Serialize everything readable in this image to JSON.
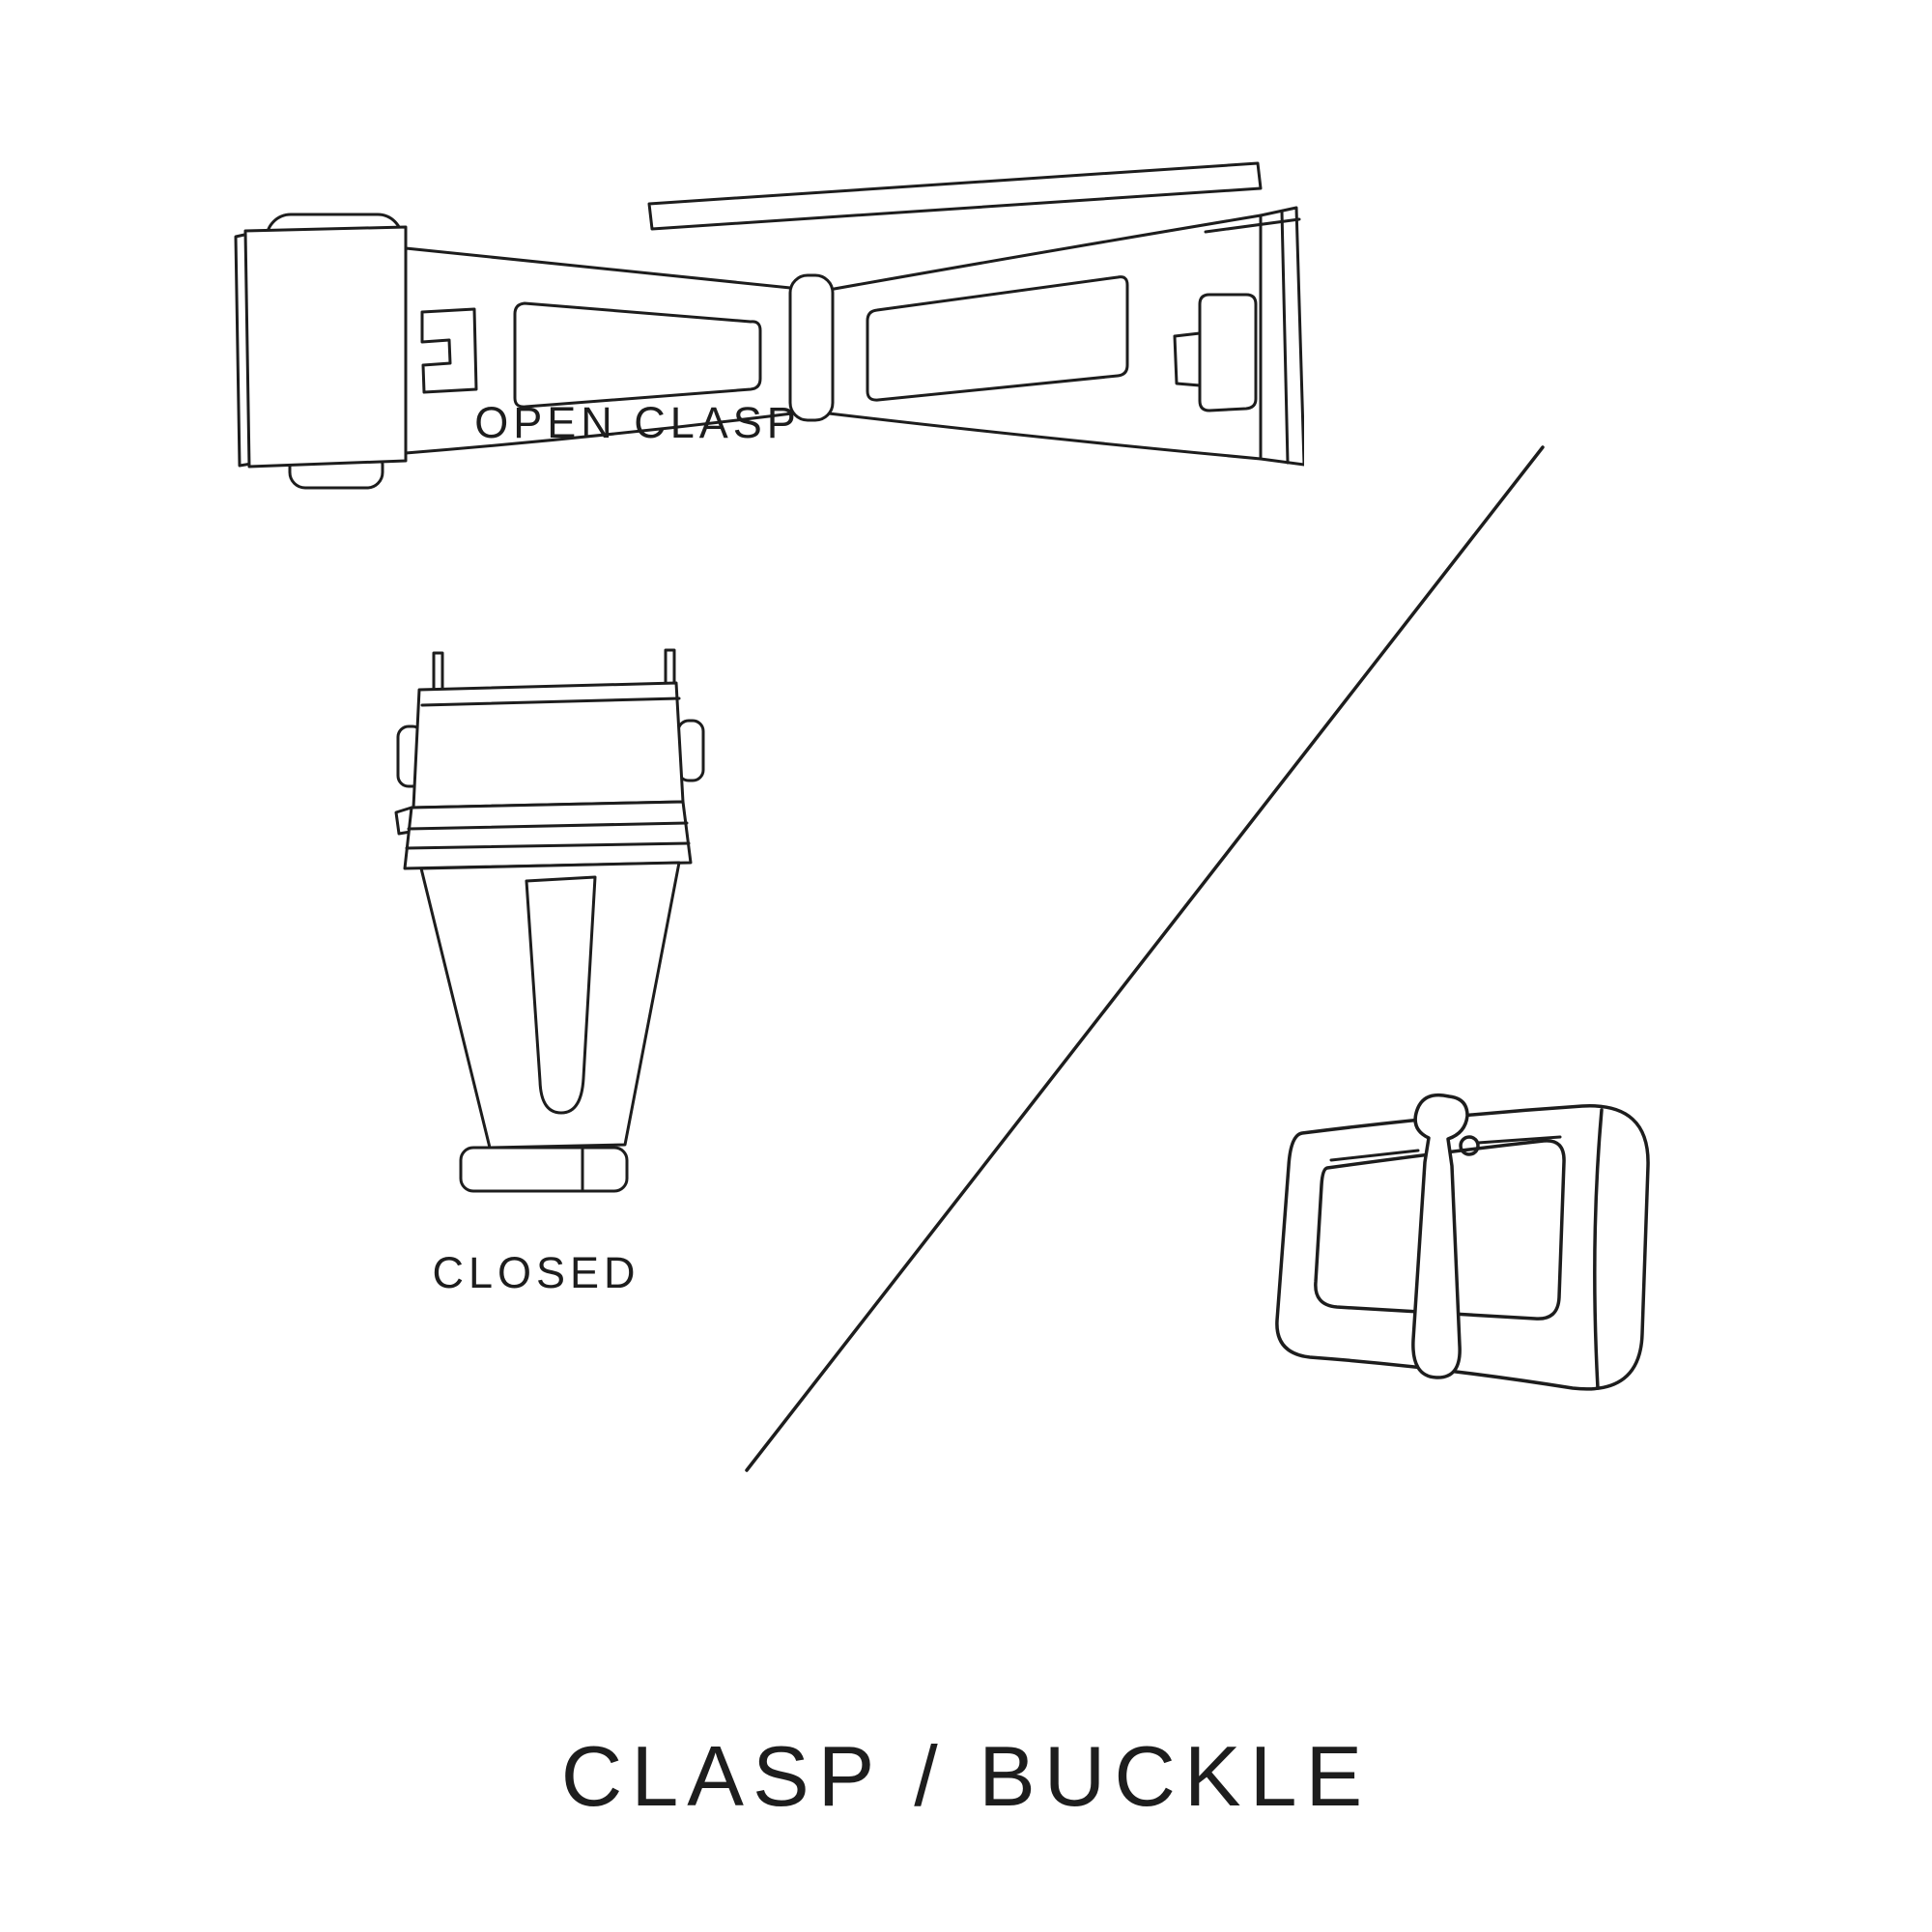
{
  "colors": {
    "ink": "#1d1d1d",
    "background": "#ffffff"
  },
  "labels": {
    "open_clasp": "OPEN CLASP",
    "closed": "CLOSED",
    "title": "CLASP / BUCKLE"
  },
  "illustrations": [
    "open-clasp-illustration",
    "closed-clasp-illustration",
    "pin-buckle-illustration",
    "diagonal-divider-line"
  ]
}
